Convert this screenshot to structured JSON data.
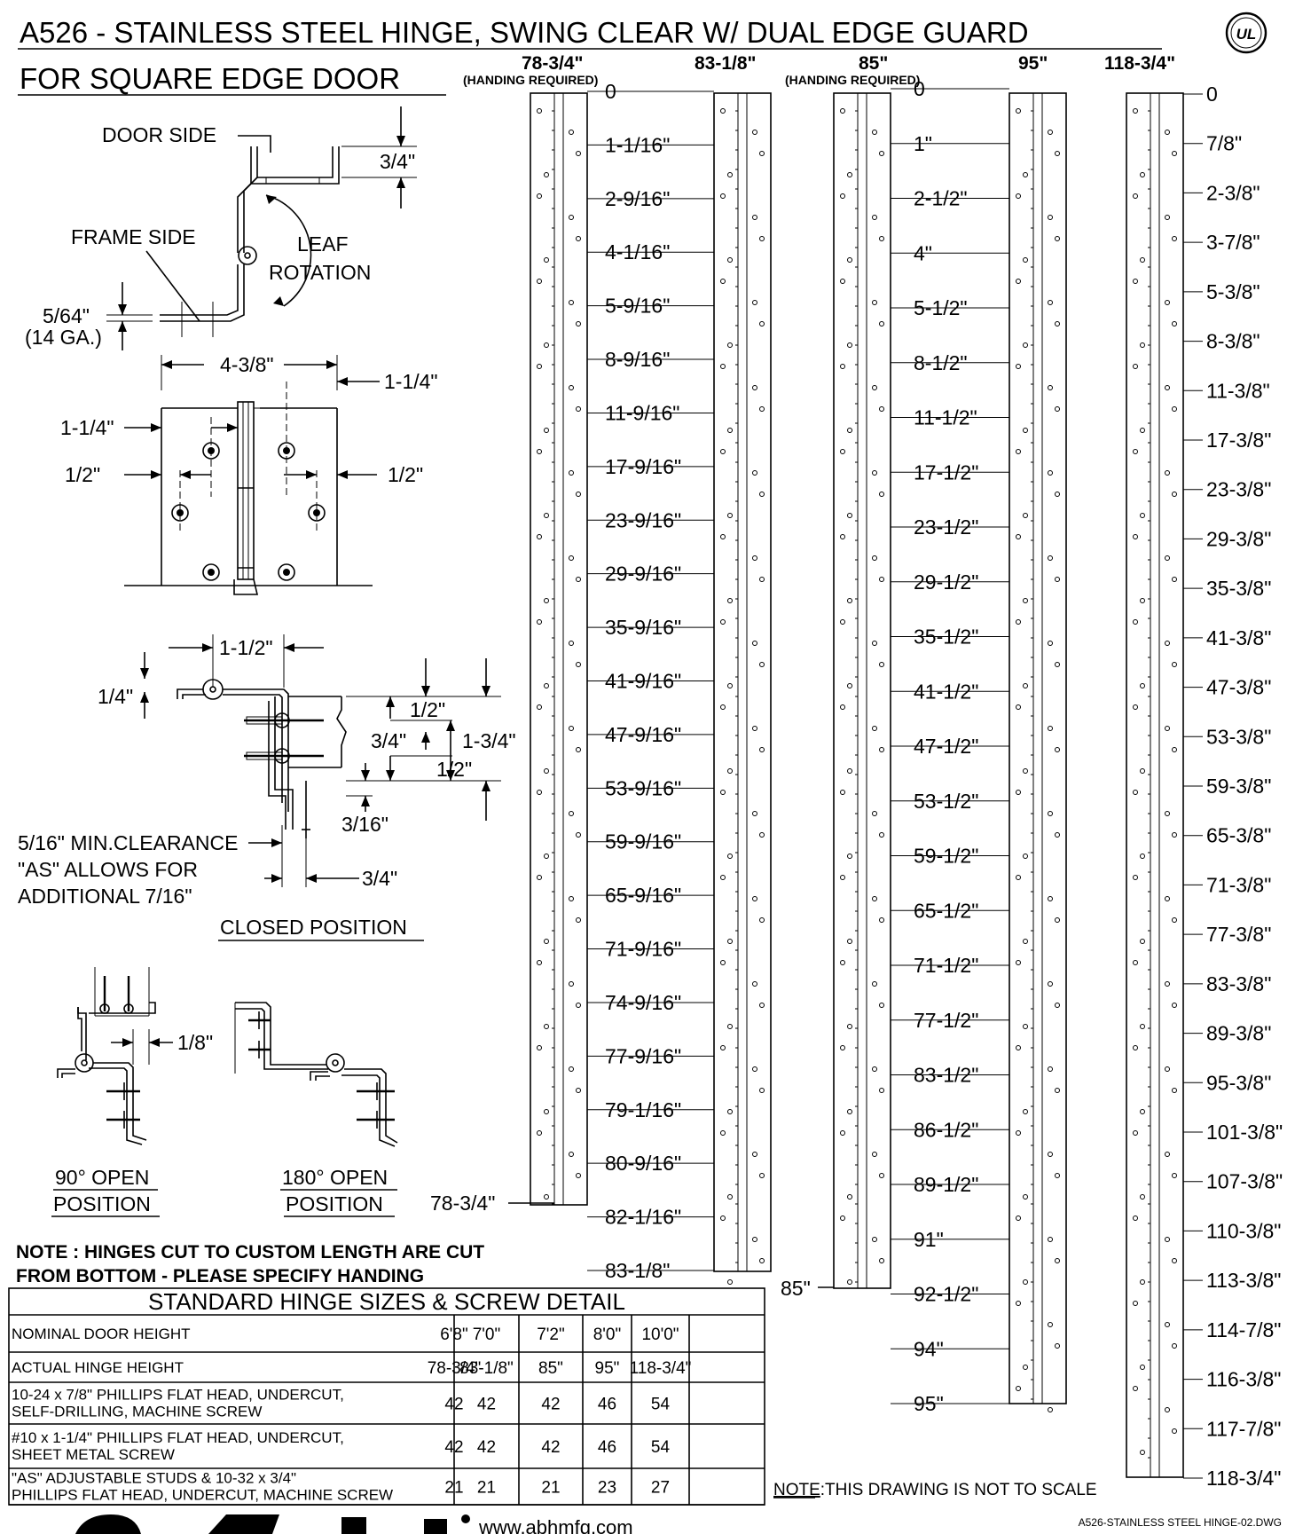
{
  "title": {
    "line1": "A526 - STAINLESS STEEL HINGE, SWING CLEAR W/ DUAL EDGE GUARD",
    "line2": "FOR SQUARE EDGE DOOR",
    "ul_mark": "UL"
  },
  "detail_labels": {
    "door_side": "DOOR SIDE",
    "frame_side": "FRAME SIDE",
    "leaf_rotation_1": "LEAF",
    "leaf_rotation_2": "ROTATION",
    "dim_3_4": "3/4\"",
    "gauge_1": "5/64\"",
    "gauge_2": "(14 GA.)",
    "dim_4_3_8": "4-3/8\"",
    "dim_1_1_4_r": "1-1/4\"",
    "dim_1_1_4_l": "1-1/4\"",
    "dim_1_2_l": "1/2\"",
    "dim_1_2_r": "1/2\"",
    "closed_1_1_2": "1-1/2\"",
    "closed_1_4": "1/4\"",
    "closed_1_2a": "1/2\"",
    "closed_3_4": "3/4\"",
    "closed_1_3_4": "1-3/4\"",
    "closed_1_2b": "1/2\"",
    "closed_3_16": "3/16\"",
    "clearance_1": "5/16\" MIN.CLEARANCE",
    "clearance_2": "\"AS\" ALLOWS FOR",
    "clearance_3": "ADDITIONAL 7/16\"",
    "clearance_3_4": "3/4\"",
    "closed_position": "CLOSED POSITION",
    "open90_dim": "1/8\"",
    "open90_1": "90° OPEN",
    "open90_2": "POSITION",
    "open180_1": "180° OPEN",
    "open180_2": "POSITION"
  },
  "hinges": [
    {
      "size": "78-3/4\"",
      "handing": "(HANDING REQUIRED)",
      "bottom_label": "78-3/4\"",
      "marks": [
        "0",
        "1-1/16\"",
        "2-9/16\"",
        "4-1/16\"",
        "5-9/16\"",
        "8-9/16\"",
        "11-9/16\"",
        "17-9/16\"",
        "23-9/16\"",
        "29-9/16\"",
        "35-9/16\"",
        "41-9/16\"",
        "47-9/16\"",
        "53-9/16\"",
        "59-9/16\"",
        "65-9/16\"",
        "71-9/16\"",
        "74-9/16\"",
        "77-9/16\"",
        "79-1/16\"",
        "80-9/16\"",
        "82-1/16\"",
        "83-1/8\""
      ]
    },
    {
      "size": "83-1/8\"",
      "handing": "",
      "bottom_label": "",
      "marks": []
    },
    {
      "size": "85\"",
      "handing": "(HANDING REQUIRED)",
      "bottom_label": "85\"",
      "marks": [
        "0",
        "1\"",
        "2-1/2\"",
        "4\"",
        "5-1/2\"",
        "8-1/2\"",
        "11-1/2\"",
        "17-1/2\"",
        "23-1/2\"",
        "29-1/2\"",
        "35-1/2\"",
        "41-1/2\"",
        "47-1/2\"",
        "53-1/2\"",
        "59-1/2\"",
        "65-1/2\"",
        "71-1/2\"",
        "77-1/2\"",
        "83-1/2\"",
        "86-1/2\"",
        "89-1/2\"",
        "91\"",
        "92-1/2\"",
        "94\"",
        "95\""
      ]
    },
    {
      "size": "95\"",
      "handing": "",
      "bottom_label": "",
      "marks": []
    },
    {
      "size": "118-3/4\"",
      "handing": "",
      "bottom_label": "",
      "marks": [
        "0",
        "7/8\"",
        "2-3/8\"",
        "3-7/8\"",
        "5-3/8\"",
        "8-3/8\"",
        "11-3/8\"",
        "17-3/8\"",
        "23-3/8\"",
        "29-3/8\"",
        "35-3/8\"",
        "41-3/8\"",
        "47-3/8\"",
        "53-3/8\"",
        "59-3/8\"",
        "65-3/8\"",
        "71-3/8\"",
        "77-3/8\"",
        "83-3/8\"",
        "89-3/8\"",
        "95-3/8\"",
        "101-3/8\"",
        "107-3/8\"",
        "110-3/8\"",
        "113-3/8\"",
        "114-7/8\"",
        "116-3/8\"",
        "117-7/8\"",
        "118-3/4\""
      ]
    }
  ],
  "note": {
    "line1": "NOTE : HINGES CUT TO CUSTOM LENGTH ARE CUT",
    "line2": "FROM  BOTTOM - PLEASE SPECIFY HANDING"
  },
  "table": {
    "title": "STANDARD HINGE SIZES & SCREW DETAIL",
    "rows": [
      {
        "label": [
          "NOMINAL DOOR HEIGHT"
        ],
        "values": [
          "6'8\"",
          "7'0\"",
          "7'2\"",
          "8'0\"",
          "10'0\""
        ]
      },
      {
        "label": [
          "ACTUAL HINGE HEIGHT"
        ],
        "values": [
          "78-3/4\"",
          "83-1/8\"",
          "85\"",
          "95\"",
          "118-3/4\""
        ]
      },
      {
        "label": [
          "10-24 x 7/8\" PHILLIPS FLAT HEAD, UNDERCUT,",
          "SELF-DRILLING, MACHINE SCREW"
        ],
        "values": [
          "42",
          "42",
          "42",
          "46",
          "54"
        ]
      },
      {
        "label": [
          "#10 x 1-1/4\" PHILLIPS FLAT HEAD, UNDERCUT,",
          "SHEET METAL SCREW"
        ],
        "values": [
          "42",
          "42",
          "42",
          "46",
          "54"
        ]
      },
      {
        "label": [
          "\"AS\" ADJUSTABLE STUDS & 10-32 x 3/4\"",
          "PHILLIPS FLAT HEAD, UNDERCUT, MACHINE SCREW"
        ],
        "values": [
          "21",
          "21",
          "21",
          "23",
          "27"
        ]
      }
    ]
  },
  "scale_note": {
    "prefix": "NOTE",
    "text": ":THIS DRAWING IS NOT TO SCALE"
  },
  "footer": {
    "url": "www.abhmfg.com",
    "drawing_id": "A526-STAINLESS STEEL HINGE-02.DWG"
  }
}
